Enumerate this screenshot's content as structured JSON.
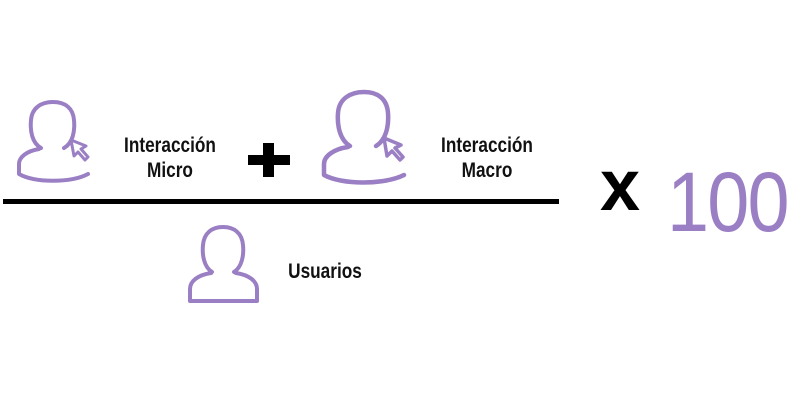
{
  "numerator": {
    "term_micro": {
      "label_line1": "Interacción",
      "label_line2": "Micro",
      "icon": "user-cursor-icon"
    },
    "operator": "+",
    "term_macro": {
      "label_line1": "Interacción",
      "label_line2": "Macro",
      "icon": "user-cursor-icon"
    }
  },
  "denominator": {
    "label": "Usuarios",
    "icon": "user-icon"
  },
  "multiplier": {
    "symbol": "x",
    "value": "100"
  },
  "colors": {
    "accent": "#9b7fc4",
    "text": "#111111",
    "line": "#000000"
  }
}
